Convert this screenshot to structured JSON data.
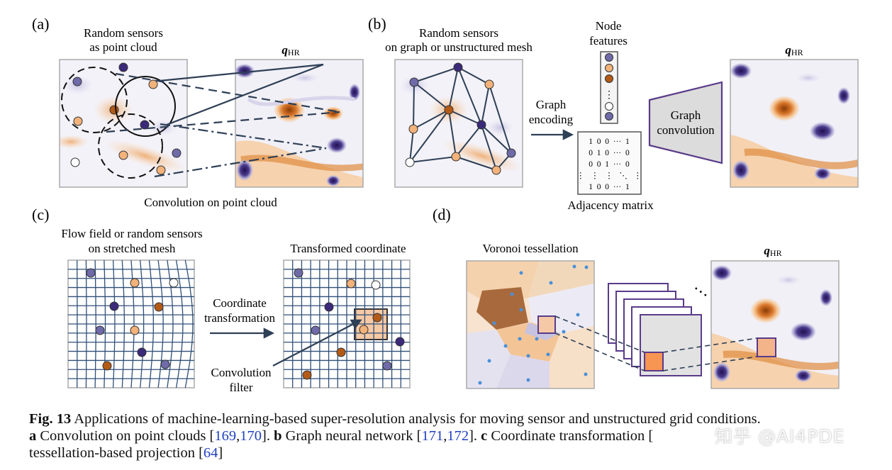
{
  "panels": {
    "a": {
      "tag": "(a)",
      "label_line1": "Random sensors",
      "label_line2": "as point cloud",
      "qhr": "q",
      "qhr_sub": "HR",
      "bottom": "Convolution on point cloud"
    },
    "b": {
      "tag": "(b)",
      "label_line1": "Random sensors",
      "label_line2": "on graph or unstructured mesh",
      "node_line1": "Node",
      "node_line2": "features",
      "enc_line1": "Graph",
      "enc_line2": "encoding",
      "conv_line1": "Graph",
      "conv_line2": "convolution",
      "adjacency": "Adjacency matrix",
      "matrix_rows": [
        "1  0  0  ···  1",
        "0  1  0  ···  0",
        "0  0  1  ···  0",
        "⋮   ⋮   ⋮   ⋱   ⋮",
        "1  0  0  ···  1"
      ],
      "qhr": "q",
      "qhr_sub": "HR"
    },
    "c": {
      "tag": "(c)",
      "label_line1": "Flow field or random sensors",
      "label_line2": "on stretched mesh",
      "transformed": "Transformed coordinate",
      "coord_line1": "Coordinate",
      "coord_line2": "transformation",
      "filter_line1": "Convolution",
      "filter_line2": "filter"
    },
    "d": {
      "tag": "(d)",
      "voronoi": "Voronoi tessellation",
      "qhr": "q",
      "qhr_sub": "HR"
    }
  },
  "caption": {
    "fig_label": "Fig. 13",
    "line1_text": " Applications of machine-learning-based super-resolution analysis for moving sensor and unstructured grid conditions.",
    "a_label": "a",
    "a_text": " Convolution on point clouds [",
    "ref_169": "169",
    "comma": ",",
    "ref_170": "170",
    "a_end": "]. ",
    "b_label": "b",
    "b_text": " Graph neural network [",
    "ref_171": "171",
    "ref_172": "172",
    "b_end": "]. ",
    "c_label": "c",
    "c_text": " Coordinate transformation [",
    "line3_text": "tessellation-based projection [",
    "ref_64": "64",
    "line3_end": "]"
  },
  "watermark": "知乎 @AI4PDE",
  "colors": {
    "purple_dark": "#3b2a7a",
    "purple_mid": "#6f6aa8",
    "orange_light": "#f2b27a",
    "orange_dark": "#b45a17",
    "mesh_blue": "#2f4f78",
    "conv_box_purple": "#5a3b8a",
    "gray_box": "#dcdcdc",
    "ref_blue": "#1f3fbf"
  }
}
